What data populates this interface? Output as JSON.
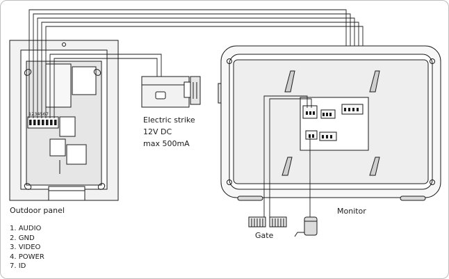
{
  "labels": {
    "outdoor_panel": "Outdoor panel",
    "monitor": "Monitor",
    "gate": "Gate",
    "terminal_numbers": "1234567",
    "electric_strike": [
      "Electric strike",
      "12V DC",
      "max 500mA"
    ]
  },
  "legend": [
    "1. AUDIO",
    "2. GND",
    "3. VIDEO",
    "4. POWER",
    "7. ID"
  ],
  "colors": {
    "line": "#1a1a1a",
    "panel_fill": "#e6e6e6",
    "device_fill": "#f2f2f2"
  }
}
